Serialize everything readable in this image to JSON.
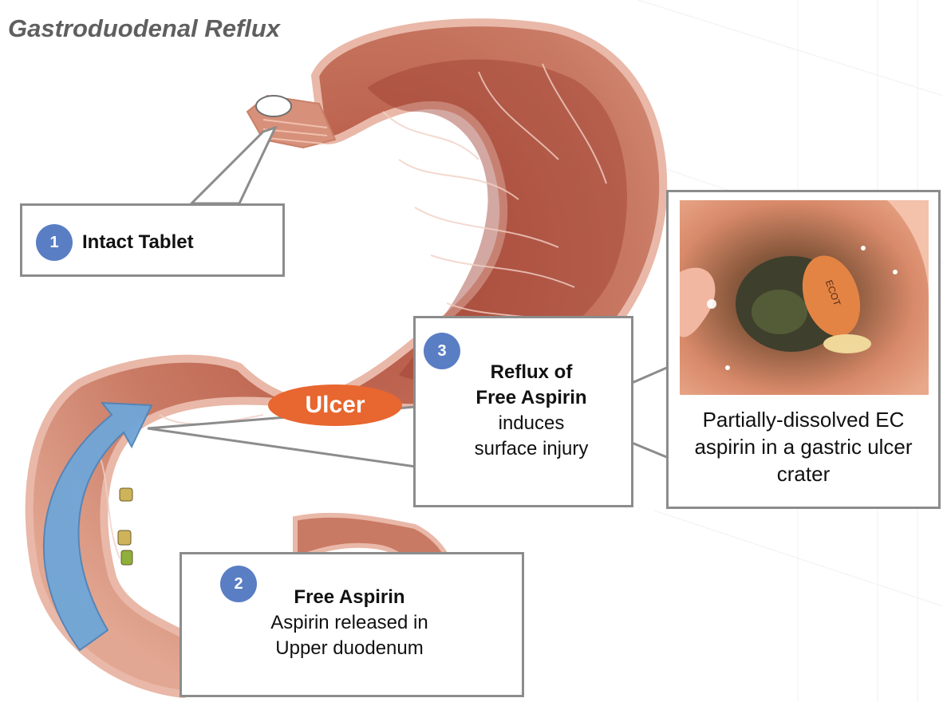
{
  "title": "Gastroduodenal Reflux",
  "ulcer_label": "Ulcer",
  "callouts": [
    {
      "number": "1",
      "heading": "Intact Tablet",
      "lines": []
    },
    {
      "number": "2",
      "heading": "Free Aspirin",
      "lines": [
        "Aspirin released in",
        "Upper duodenum"
      ]
    },
    {
      "number": "3",
      "heading_lines": [
        "Reflux of",
        "Free Aspirin"
      ],
      "lines": [
        "induces",
        "surface injury"
      ]
    }
  ],
  "photo": {
    "imprint": "ECOT",
    "caption_lines": [
      "Partially-dissolved EC",
      "aspirin in a gastric ulcer",
      "crater"
    ]
  },
  "colors": {
    "badge": "#5a7ec4",
    "ulcer": "#e8662f",
    "arrow": "#6fa6d8",
    "border": "#8c8c8c",
    "stomach": "#c97a64"
  }
}
